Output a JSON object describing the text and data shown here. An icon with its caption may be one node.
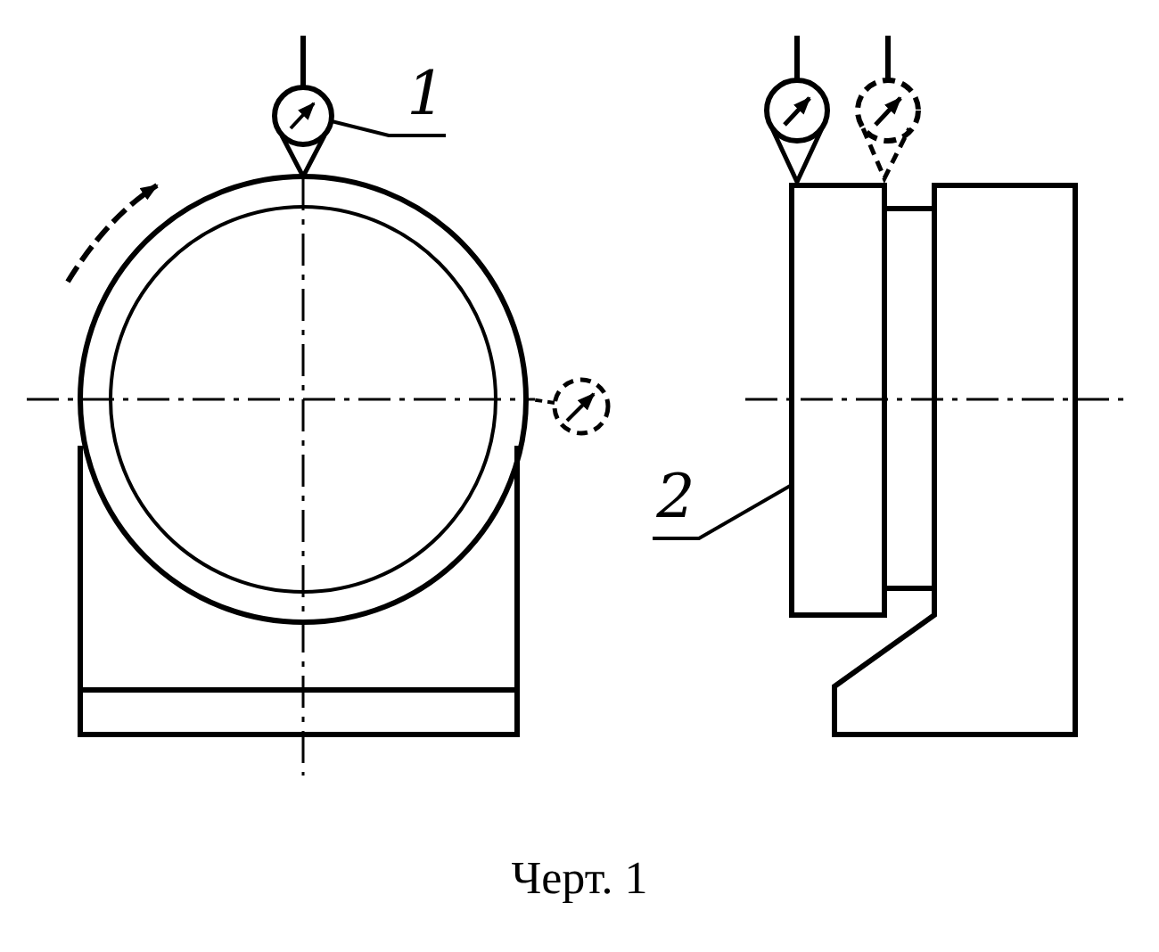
{
  "diagram": {
    "caption": "Черт. 1",
    "nodes": [
      {
        "text": [
          "1"
        ]
      },
      {
        "text": [],
        "shape": "picture"
      },
      {
        "text": [
          "2"
        ]
      },
      {
        "text": [],
        "shape": "box"
      }
    ],
    "edges": [
      {
        "from": 0,
        "to": 1,
        "arrow": "none"
      },
      {
        "from": 2,
        "to": 3,
        "arrow": "none"
      }
    ]
  }
}
